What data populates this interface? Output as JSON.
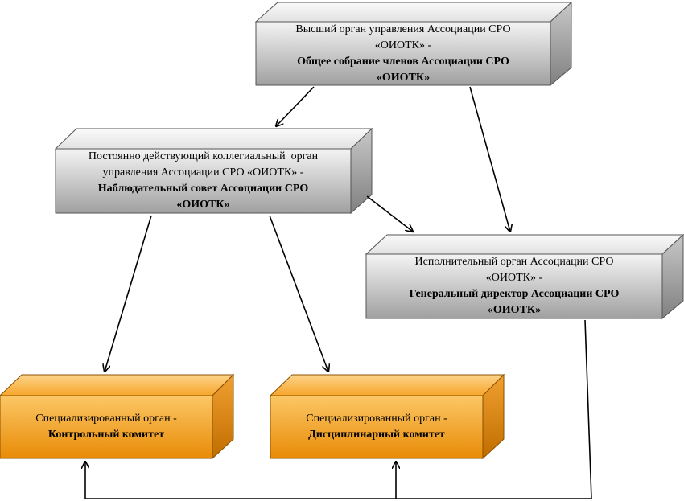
{
  "colors": {
    "gray_box_light": "#f2f2f2",
    "gray_box_dark": "#9b9b9b",
    "orange_box_light": "#fbc25c",
    "orange_box_dark": "#e98c07",
    "connector": "#000000"
  },
  "nodes": {
    "general_meeting": {
      "line1": "Высший орган управления Ассоциации СРО",
      "line2": "«ОИОТК» -",
      "line3": "Общее собрание членов Ассоциации СРО",
      "line4": "«ОИОТК»"
    },
    "supervisory_board": {
      "line1": "Постоянно действующий коллегиальный  орган",
      "line2": "управления Ассоциации СРО «ОИОТК» -",
      "line3": "Наблюдательный совет Ассоциации СРО",
      "line4": "«ОИОТК»"
    },
    "executive": {
      "line1": "Исполнительный орган Ассоциации СРО",
      "line2": "«ОИОТК» -",
      "line3": "Генеральный директор Ассоциации СРО",
      "line4": "«ОИОТК»"
    },
    "control_committee": {
      "line1": "Специализированный орган -",
      "line2": "Контрольный комитет"
    },
    "disciplinary_committee": {
      "line1": "Специализированный орган -",
      "line2": "Дисциплинарный комитет"
    }
  }
}
